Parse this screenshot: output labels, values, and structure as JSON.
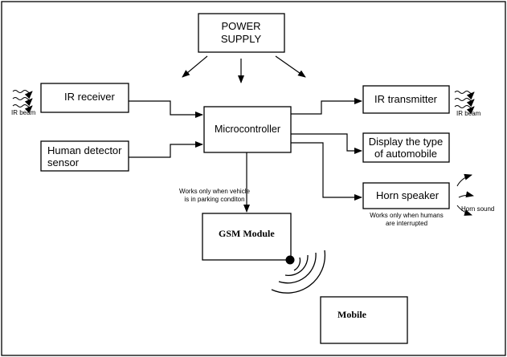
{
  "blocks": {
    "power_supply": [
      "POWER",
      "SUPPLY"
    ],
    "ir_receiver": "IR receiver",
    "human_detector": [
      "Human detector",
      "sensor"
    ],
    "microcontroller": "Microcontroller",
    "ir_transmitter": "IR transmitter",
    "display": [
      "Display the type",
      "of automobile"
    ],
    "horn_speaker": "Horn speaker",
    "gsm_module": "GSM Module",
    "mobile": "Mobile"
  },
  "labels": {
    "ir_beam_in": "IR beam",
    "ir_beam_out": "IR beam",
    "horn_sound": "Horn sound"
  },
  "notes": {
    "gsm_condition": [
      "Works only when vehicle",
      "is in parking conditon"
    ],
    "horn_condition": [
      "Works only when humans",
      "are interrupted"
    ]
  }
}
